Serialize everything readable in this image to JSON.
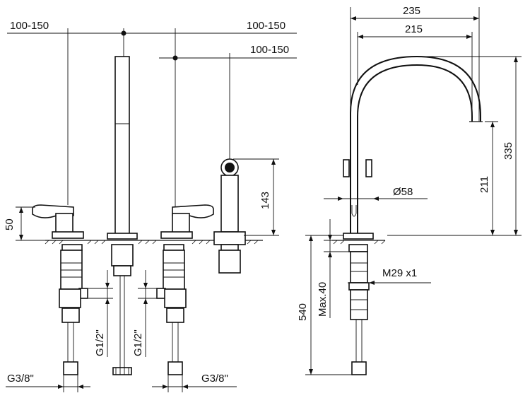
{
  "dimensions": {
    "spread_left": "100-150",
    "spread_right": "100-150",
    "spread_handshower": "100-150",
    "lever_height": "50",
    "handshower_height": "143",
    "thread_left": "G1/2\"",
    "thread_right": "G1/2\"",
    "connector_left": "G3/8\"",
    "connector_right": "G3/8\"",
    "overall_reach": "235",
    "spout_reach": "215",
    "overall_height": "335",
    "outlet_height": "211",
    "base_diameter": "Ø58",
    "nut_thread": "M29 x1",
    "max_deck": "Max.40",
    "hose_length": "540"
  }
}
